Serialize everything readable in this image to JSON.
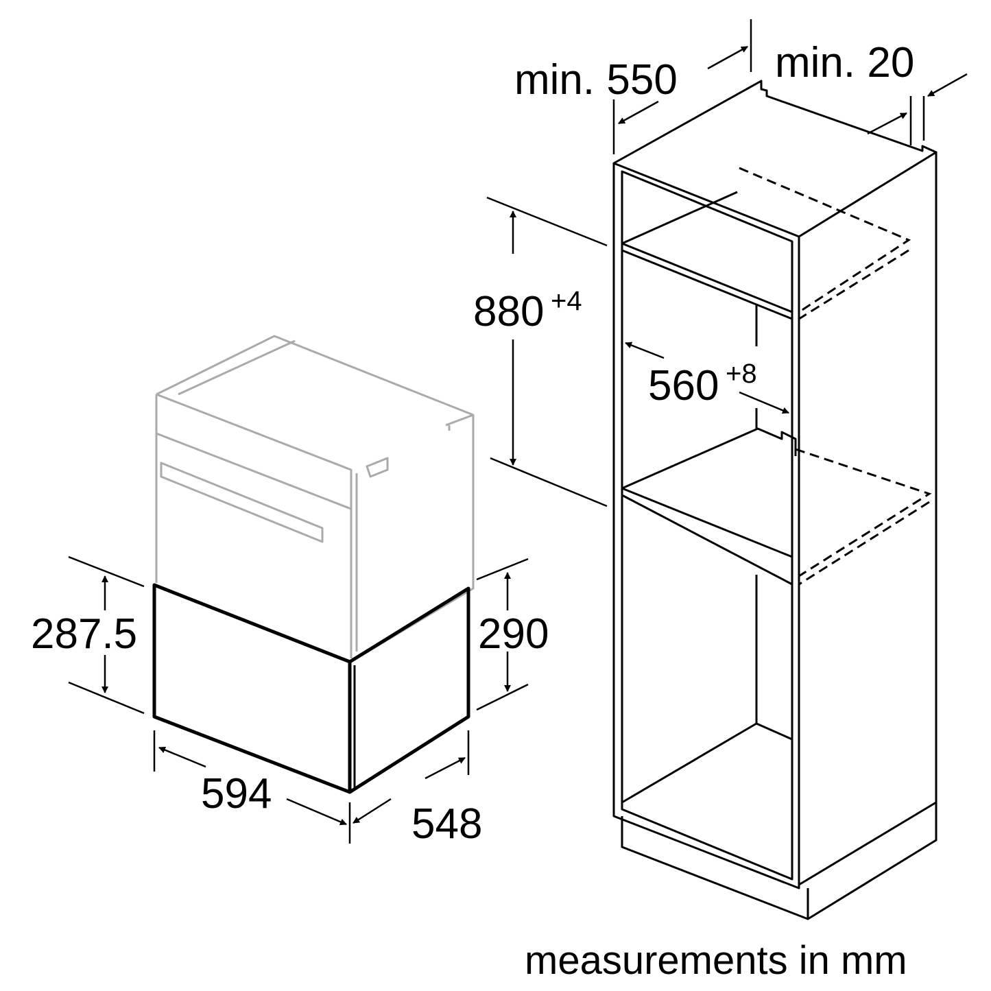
{
  "diagram": {
    "title": "Installation dimensions",
    "colors": {
      "line": "#000000",
      "appliance_above": "#aaaaaa"
    },
    "cabinet": {
      "depth_label": "min. 550",
      "gap_label": "min. 20",
      "niche_height": "880",
      "niche_height_tol": "+4",
      "niche_width": "560",
      "niche_width_tol": "+8"
    },
    "drawer": {
      "front_height": "287.5",
      "body_height": "290",
      "width": "594",
      "depth": "548"
    },
    "units_note": "measurements in mm"
  }
}
